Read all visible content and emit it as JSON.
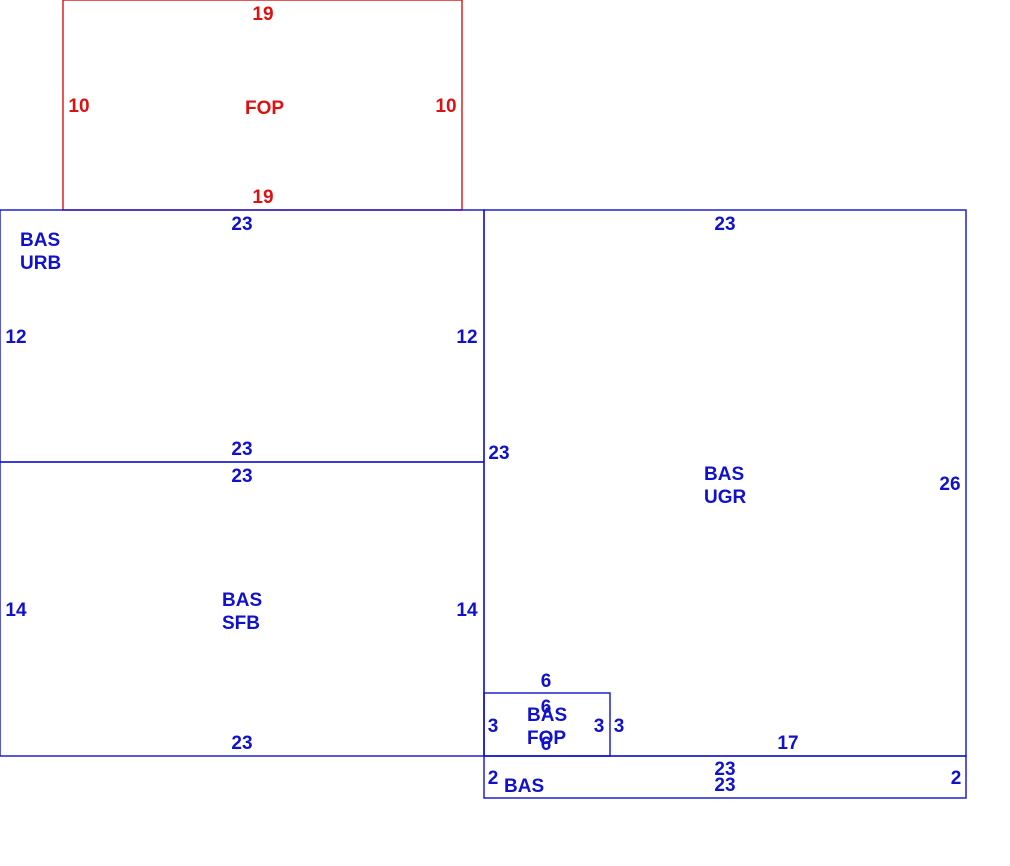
{
  "colors": {
    "porch": "#dd1111",
    "base": "#1111cc"
  },
  "areas": [
    {
      "id": "fop-top",
      "color": "porch",
      "names": [
        "FOP"
      ],
      "dims": [
        "19",
        "10",
        "10",
        "19"
      ]
    },
    {
      "id": "urb",
      "color": "base",
      "names": [
        "BAS",
        "URB"
      ],
      "dims": [
        "23",
        "12",
        "12",
        "23"
      ]
    },
    {
      "id": "sfb",
      "color": "base",
      "names": [
        "BAS",
        "SFB"
      ],
      "dims": [
        "23",
        "14",
        "14",
        "23"
      ]
    },
    {
      "id": "ugr",
      "color": "base",
      "names": [
        "BAS",
        "UGR"
      ],
      "dims": [
        "23",
        "23",
        "26",
        "17"
      ]
    },
    {
      "id": "fop-small",
      "color": "base",
      "names": [
        "BAS",
        "FOP"
      ],
      "dims": [
        "6",
        "6",
        "3",
        "3",
        "3",
        "6"
      ]
    },
    {
      "id": "bas-strip",
      "color": "base",
      "names": [
        "BAS"
      ],
      "dims": [
        "23",
        "2",
        "2",
        "23"
      ]
    }
  ]
}
